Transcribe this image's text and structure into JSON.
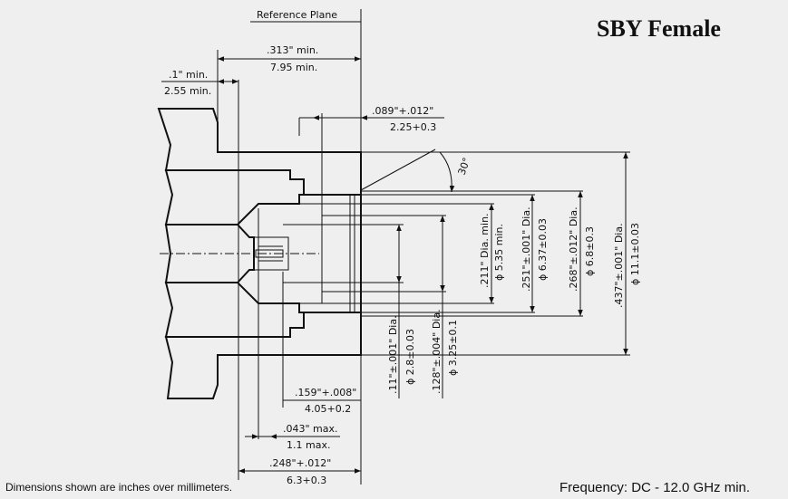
{
  "title": "SBY Female",
  "note": "Dimensions shown are inches over millimeters.",
  "frequency": "Frequency: DC - 12.0 GHz min.",
  "reference_plane": "Reference Plane",
  "dims": {
    "d313_in": ".313\" min.",
    "d313_mm": "7.95 min.",
    "d1_in": ".1\" min.",
    "d1_mm": "2.55 min.",
    "d089_in": ".089\"+.012\"",
    "d089_mm": "2.25+0.3",
    "angle": "30°",
    "d211_in": ".211\" Dia. min.",
    "d211_mm": "ϕ 5.35 min.",
    "d251_in": ".251\"±.001\" Dia.",
    "d251_mm": "ϕ 6.37±0.03",
    "d268_in": ".268\"±.012\" Dia.",
    "d268_mm": "ϕ 6.8±0.3",
    "d437_in": ".437\"±.001\" Dia.",
    "d437_mm": "ϕ 11.1±0.03",
    "d11_in": ".11\"±.001\" Dia.",
    "d11_mm": "ϕ 2.8±0.03",
    "d128_in": ".128\"±.004\" Dia.",
    "d128_mm": "ϕ 3.25±0.1",
    "d159_in": ".159\"+.008\"",
    "d159_mm": "4.05+0.2",
    "d043_in": ".043\" max.",
    "d043_mm": "1.1 max.",
    "d248_in": ".248\"+.012\"",
    "d248_mm": "6.3+0.3"
  }
}
